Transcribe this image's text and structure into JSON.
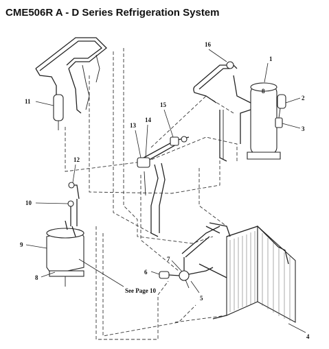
{
  "title": "CME506R A - D Series Refrigeration System",
  "callouts": {
    "c1": "1",
    "c2": "2",
    "c3": "3",
    "c4": "4",
    "c5": "5",
    "c6": "6",
    "c7": "7",
    "c8": "8",
    "c9": "9",
    "c10": "10",
    "c11": "11",
    "c12": "12",
    "c13": "13",
    "c14": "14",
    "c15": "15",
    "c16": "16"
  },
  "note": "See Page 10",
  "part_mark": "8"
}
